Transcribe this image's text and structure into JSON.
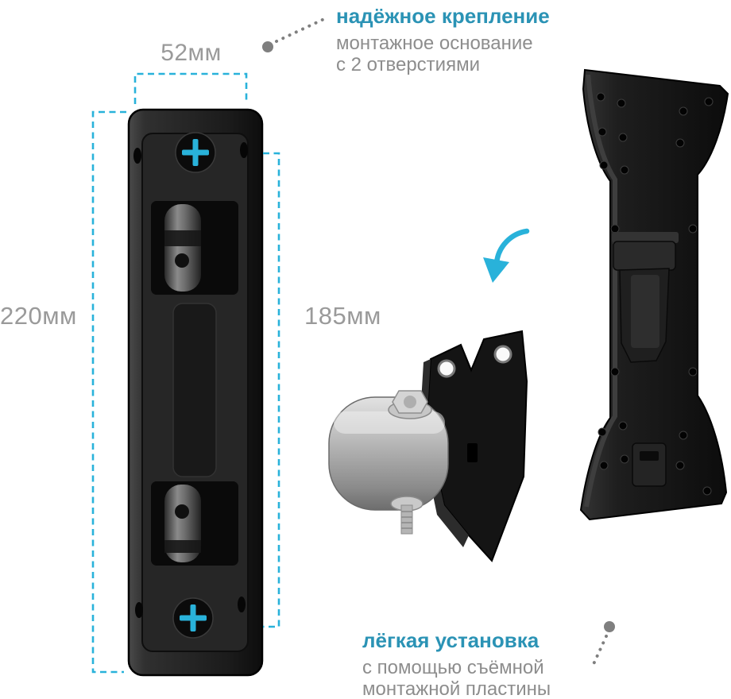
{
  "colors": {
    "accent": "#29b2da",
    "heading": "#2b93b5",
    "muted_text": "#8d8d8d",
    "dimension_text": "#9a9a9a"
  },
  "dimensions": {
    "top_width": "52мм",
    "left_height": "220мм",
    "right_height": "185мм"
  },
  "callouts": {
    "top": {
      "title": "надёжное крепление",
      "lines": [
        "монтажное основание",
        "с 2 отверстиями"
      ]
    },
    "bottom": {
      "title": "лёгкая установка",
      "lines": [
        "с помощью съёмной",
        "монтажной пластины"
      ]
    }
  },
  "icons": {
    "curved_arrow": "curved-arrow-icon",
    "screw_marks": "plus-icon",
    "connectors": "dotted-connector"
  }
}
